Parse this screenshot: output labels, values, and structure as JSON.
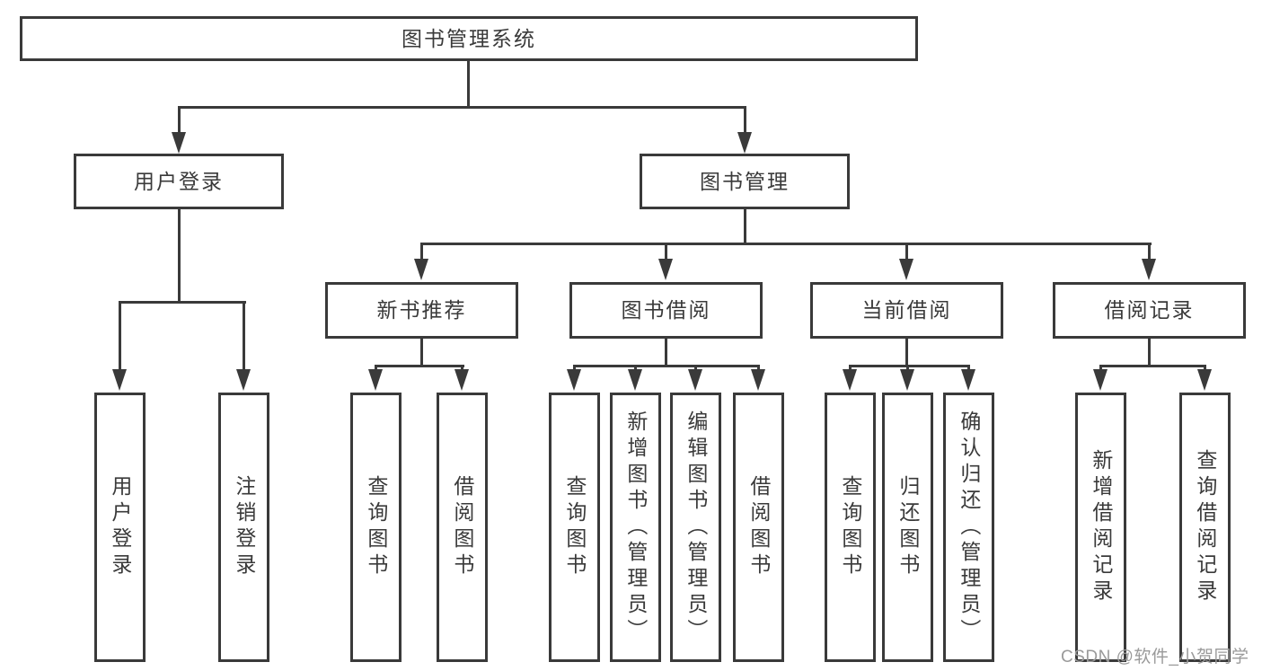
{
  "diagram": {
    "title_node": "图书管理系统",
    "level2": {
      "user_login": "用户登录",
      "book_mgmt": "图书管理"
    },
    "level3": {
      "new_books": "新书推荐",
      "borrowing": "图书借阅",
      "current": "当前借阅",
      "records": "借阅记录"
    },
    "leaves": {
      "user_login": [
        "用户登录",
        "注销登录"
      ],
      "new_books": [
        "查询图书",
        "借阅图书"
      ],
      "borrowing": [
        "查询图书",
        "新增图书（管理员）",
        "编辑图书（管理员）",
        "借阅图书"
      ],
      "current": [
        "查询图书",
        "归还图书",
        "确认归还（管理员）"
      ],
      "records": [
        "新增借阅记录",
        "查询借阅记录"
      ]
    },
    "colors": {
      "ink": "#3a3a3a",
      "background": "#ffffff",
      "watermark": "#9a9a9a"
    }
  },
  "watermark": "CSDN @软件_小贺同学"
}
